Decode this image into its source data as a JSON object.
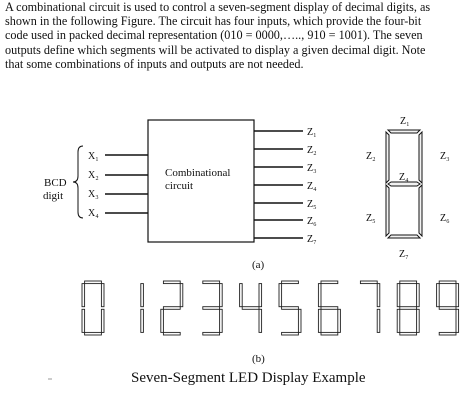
{
  "intro": {
    "line1": "A combinational circuit is used to control a seven-segment display of decimal digits, as",
    "line2": "shown in the following Figure. The circuit has four inputs, which provide the four-bit",
    "line3": "code used in packed decimal representation (010 = 0000,….., 910 = 1001). The seven",
    "line4": "outputs define which segments will be activated to display a given decimal digit. Note",
    "line5": "that some combinations of inputs and outputs are not needed."
  },
  "figure_a": {
    "bcd_label_1": "BCD",
    "bcd_label_2": "digit",
    "inputs": [
      "X₁",
      "X₂",
      "X₃",
      "X₄"
    ],
    "block_line1": "Combinational",
    "block_line2": "circuit",
    "outputs": [
      "Z₁",
      "Z₂",
      "Z₃",
      "Z₄",
      "Z₅",
      "Z₆",
      "Z₇"
    ],
    "segment_labels": [
      "Z₁",
      "Z₂",
      "Z₃",
      "Z₄",
      "Z₅",
      "Z₆",
      "Z₇"
    ],
    "caption": "(a)"
  },
  "figure_b": {
    "digits": [
      "0",
      "1",
      "2",
      "3",
      "4",
      "5",
      "6",
      "7",
      "8",
      "9"
    ],
    "caption": "(b)"
  },
  "title": "Seven-Segment LED Display Example"
}
